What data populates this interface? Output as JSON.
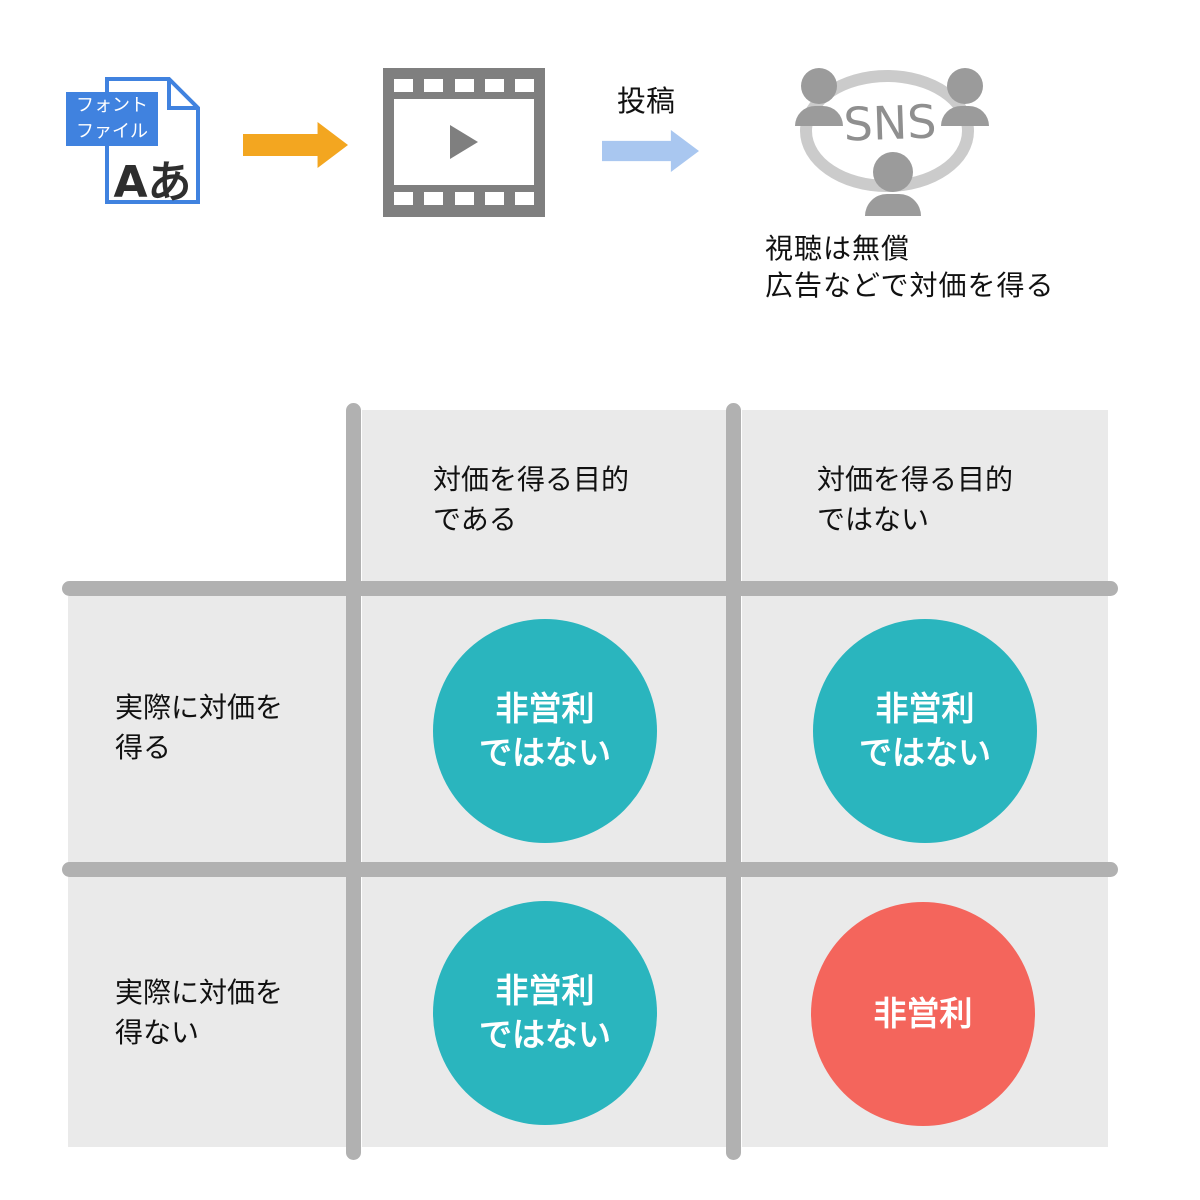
{
  "flow": {
    "font_file": {
      "badge_line1": "フォント",
      "badge_line2": "ファイル",
      "sample_text": "Aあ",
      "badge_color": "#4082df",
      "border_color": "#4082df"
    },
    "convert_arrow_color": "#f3a620",
    "post_arrow": {
      "label": "投稿",
      "color": "#a9c7f0"
    },
    "sns": {
      "label": "SNS"
    },
    "caption": {
      "line1": "視聴は無償",
      "line2": "広告などで対価を得る"
    }
  },
  "matrix": {
    "column_headers": [
      {
        "line1": "対価を得る目的",
        "line2": "である"
      },
      {
        "line1": "対価を得る目的",
        "line2": "ではない"
      }
    ],
    "row_headers": [
      {
        "line1": "実際に対価を",
        "line2": "得る"
      },
      {
        "line1": "実際に対価を",
        "line2": "得ない"
      }
    ],
    "cells": [
      {
        "row": 1,
        "col": 1,
        "line1": "非営利",
        "line2": "ではない",
        "color": "#2ab5be"
      },
      {
        "row": 1,
        "col": 2,
        "line1": "非営利",
        "line2": "ではない",
        "color": "#2ab5be"
      },
      {
        "row": 2,
        "col": 1,
        "line1": "非営利",
        "line2": "ではない",
        "color": "#2ab5be"
      },
      {
        "row": 2,
        "col": 2,
        "line1": "非営利",
        "line2": "",
        "color": "#f4655c"
      }
    ],
    "colors": {
      "cell_bg": "#eaeaea",
      "grid_bar": "#b1b1b1"
    }
  }
}
